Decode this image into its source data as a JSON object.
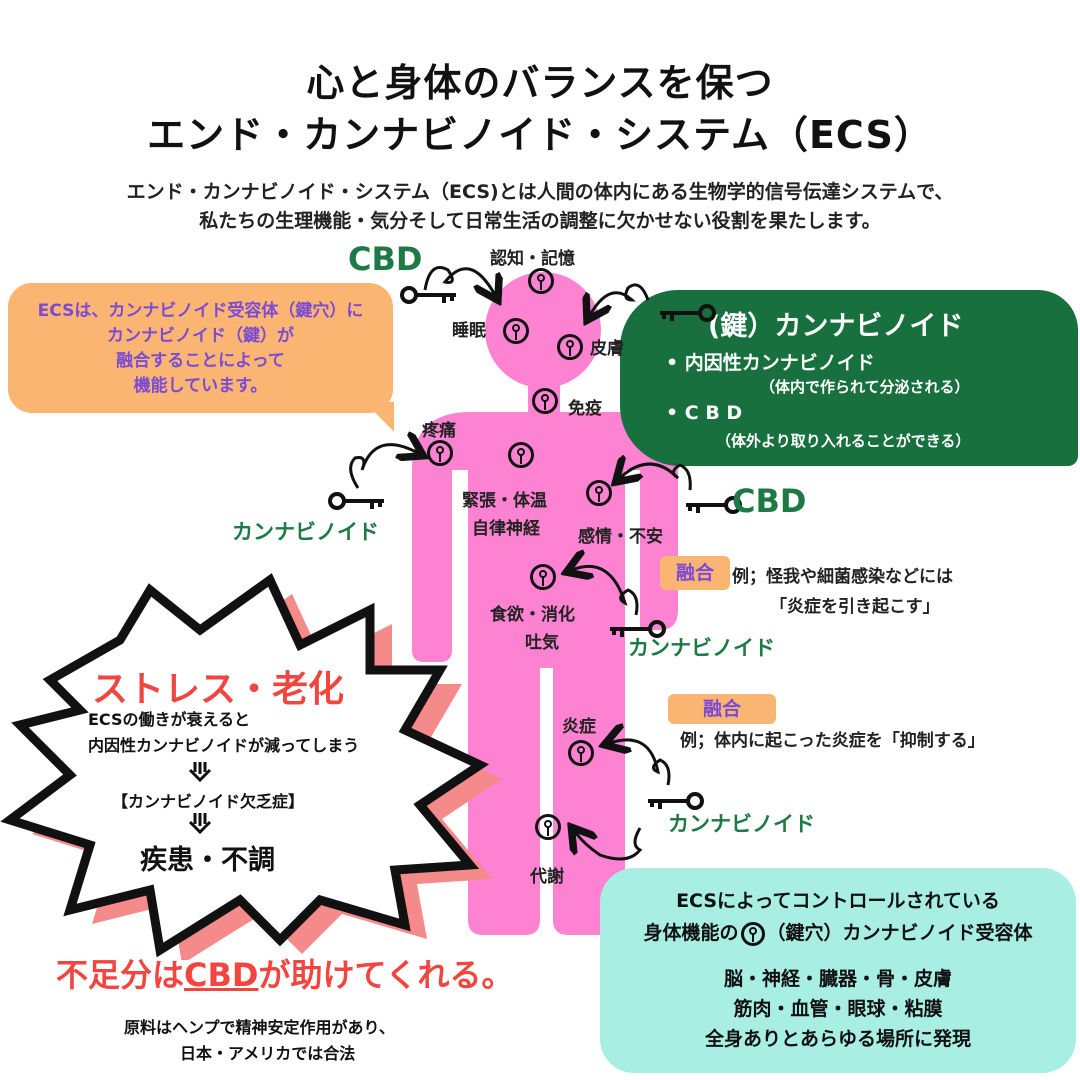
{
  "title": {
    "line1": "心と身体のバランスを保つ",
    "line2": "エンド・カンナビノイド・システム（ECS）"
  },
  "intro": {
    "line1": "エンド・カンナビノイド・システム（ECS)とは人間の体内にある生物学的信号伝達システムで、",
    "line2": "私たちの生理機能・気分そして日常生活の調整に欠かせない役割を果たします。"
  },
  "orange_box": {
    "line1": "ECSは、カンナビノイド受容体（鍵穴）に",
    "line2": "カンナビノイド（鍵）が",
    "line3": "融合することによって",
    "line4": "機能しています。"
  },
  "green_box": {
    "heading": "(鍵）カンナビノイド",
    "item1": "•  内因性カンナビノイド",
    "item1_note": "（体内で作られて分泌される）",
    "item2": "•   C B D",
    "item2_note": "（体外より取り入れることができる）"
  },
  "body_labels": {
    "cognition": "認知・記憶",
    "sleep": "睡眠",
    "skin": "皮膚",
    "immunity": "免疫",
    "pain": "疼痛",
    "tension": "緊張・体温",
    "autonomic": "自律神経",
    "emotion": "感情・不安",
    "appetite": "食欲・消化",
    "nausea": "吐気",
    "inflammation": "炎症",
    "metabolism": "代謝"
  },
  "actors": {
    "cbd_top": "CBD",
    "cbd_right": "CBD",
    "cannabinoid_left": "カンナビノイド",
    "cannabinoid_mid": "カンナビノイド",
    "cannabinoid_low": "カンナビノイド"
  },
  "fusion1": {
    "tag": "融合",
    "example": "例；怪我や細菌感染などには",
    "example2": "「炎症を引き起こす」"
  },
  "fusion2": {
    "tag": "融合",
    "example": "例；体内に起こった炎症を「抑制する」"
  },
  "burst": {
    "title": "ストレス・老化",
    "line1": "ECSの働きが衰えると",
    "line2": "内因性カンナビノイドが減ってしまう",
    "deficiency": "【カンナビノイド欠乏症】",
    "disease": "疾患・不調"
  },
  "cbd_help": {
    "prefix": "不足分は",
    "cbd": "CBD",
    "suffix": "が助けてくれる。",
    "note1": "原料はヘンプで精神安定作用があり、",
    "note2": "日本・アメリカでは合法"
  },
  "cyan_box": {
    "line1": "ECSによってコントロールされている",
    "line2_pre": "身体機能の",
    "line2_post": "（鍵穴）カンナビノイド受容体",
    "line3": "脳・神経・臓器・骨・皮膚",
    "line4": "筋肉・血管・眼球・粘膜",
    "line5": "全身ありとあらゆる場所に発現"
  },
  "colors": {
    "body": "#fd83d2",
    "green_box": "#18703f",
    "orange_box": "#f9b571",
    "cyan_box": "#a9eee3",
    "accent_red": "#f0463f",
    "text_green": "#1d7a45",
    "text_purple": "#7b4bd6"
  }
}
